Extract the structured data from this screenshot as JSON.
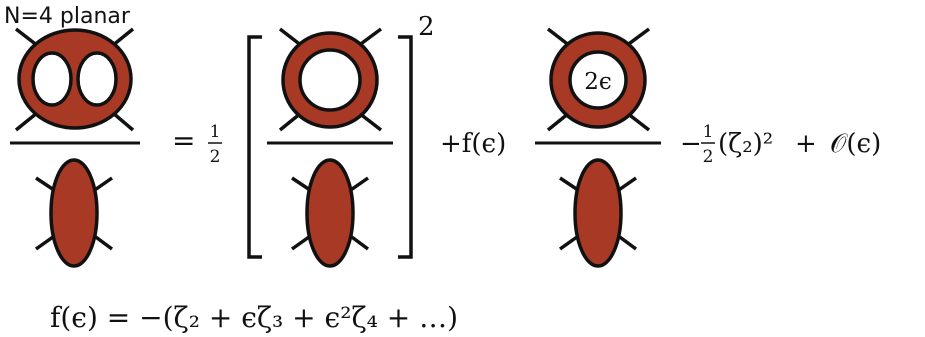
{
  "header": {
    "label": "N=4 planar"
  },
  "equation": {
    "equals": "=",
    "half_num": "1",
    "half_den": "2",
    "exponent": "2",
    "term_f": "+f(ϵ)",
    "inner_label": "2ϵ",
    "term_zeta_minus": "−",
    "term_zeta_num": "1",
    "term_zeta_den": "2",
    "term_zeta_rest": "(ζ₂)²",
    "plus": "+",
    "term_order": "𝒪(ϵ)"
  },
  "definition": {
    "text": "f(ϵ) = −(ζ₂ + ϵζ₃ + ϵ²ζ₄ + …)"
  },
  "colors": {
    "fill": "#a83a25",
    "stroke": "#111111",
    "background": "#ffffff"
  }
}
